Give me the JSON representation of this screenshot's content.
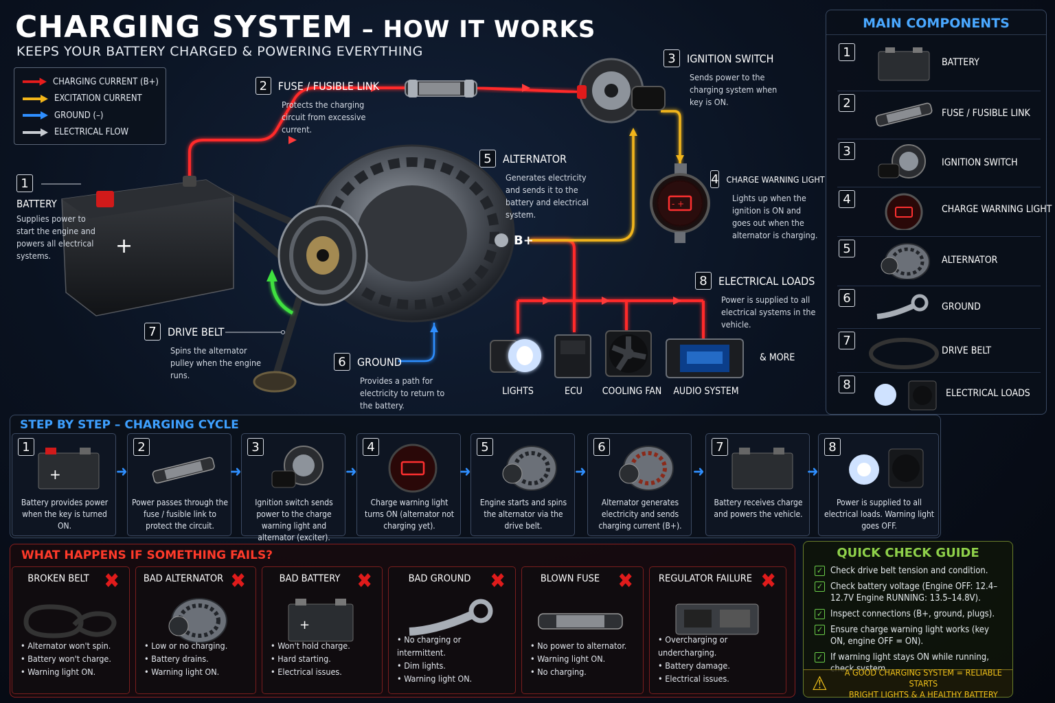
{
  "header": {
    "title_main": "CHARGING SYSTEM",
    "title_rest": " – HOW IT WORKS",
    "subtitle": "KEEPS YOUR BATTERY CHARGED & POWERING EVERYTHING"
  },
  "legend": [
    {
      "label": "CHARGING CURRENT (B+)",
      "color": "#e81c1c"
    },
    {
      "label": "EXCITATION CURRENT",
      "color": "#f2b51a"
    },
    {
      "label": "GROUND (–)",
      "color": "#2f8fff"
    },
    {
      "label": "ELECTRICAL FLOW",
      "color": "#c8ccd2"
    }
  ],
  "callouts": {
    "battery": {
      "num": "1",
      "title": "BATTERY",
      "desc": "Supplies power to start the engine and powers all electrical systems."
    },
    "fuse": {
      "num": "2",
      "title": "FUSE / FUSIBLE LINK",
      "desc": "Protects the charging circuit from excessive current."
    },
    "ignition": {
      "num": "3",
      "title": "IGNITION SWITCH",
      "desc": "Sends power to the charging system when key is ON."
    },
    "warning": {
      "num": "4",
      "title": "CHARGE WARNING LIGHT",
      "desc": "Lights up when the ignition is ON and goes out when the alternator is charging."
    },
    "alternator": {
      "num": "5",
      "title": "ALTERNATOR",
      "desc": "Generates electricity and sends it to the battery and electrical system."
    },
    "ground": {
      "num": "6",
      "title": "GROUND",
      "desc": "Provides a path for electricity to return to the battery."
    },
    "belt": {
      "num": "7",
      "title": "DRIVE BELT",
      "desc": "Spins the alternator pulley when the engine runs."
    },
    "loads": {
      "num": "8",
      "title": "ELECTRICAL LOADS",
      "desc": "Power is supplied to all electrical systems in the vehicle."
    }
  },
  "terminal_label": "B+",
  "loads": {
    "items": [
      "LIGHTS",
      "ECU",
      "COOLING FAN",
      "AUDIO SYSTEM"
    ],
    "more": "& MORE"
  },
  "main_components": {
    "title": "MAIN COMPONENTS",
    "items": [
      {
        "num": "1",
        "label": "BATTERY"
      },
      {
        "num": "2",
        "label": "FUSE / FUSIBLE LINK"
      },
      {
        "num": "3",
        "label": "IGNITION SWITCH"
      },
      {
        "num": "4",
        "label": "CHARGE WARNING LIGHT"
      },
      {
        "num": "5",
        "label": "ALTERNATOR"
      },
      {
        "num": "6",
        "label": "GROUND"
      },
      {
        "num": "7",
        "label": "DRIVE BELT"
      },
      {
        "num": "8",
        "label": "ELECTRICAL LOADS"
      }
    ]
  },
  "steps": {
    "title": "STEP BY STEP – CHARGING CYCLE",
    "items": [
      {
        "num": "1",
        "text": "Battery provides power when the key is turned ON."
      },
      {
        "num": "2",
        "text": "Power passes through the fuse / fusible link to protect the circuit."
      },
      {
        "num": "3",
        "text": "Ignition switch sends power to the charge warning light and alternator (exciter)."
      },
      {
        "num": "4",
        "text": "Charge warning light turns ON (alternator not charging yet)."
      },
      {
        "num": "5",
        "text": "Engine starts and spins the alternator via the drive belt."
      },
      {
        "num": "6",
        "text": "Alternator generates electricity and sends charging current (B+)."
      },
      {
        "num": "7",
        "text": "Battery receives charge and powers the vehicle."
      },
      {
        "num": "8",
        "text": "Power is supplied to all electrical loads. Warning light goes OFF."
      }
    ]
  },
  "failures": {
    "title": "WHAT HAPPENS IF SOMETHING FAILS?",
    "items": [
      {
        "title": "BROKEN BELT",
        "points": [
          "Alternator won't spin.",
          "Battery won't charge.",
          "Warning light ON."
        ]
      },
      {
        "title": "BAD ALTERNATOR",
        "points": [
          "Low or no charging.",
          "Battery drains.",
          "Warning light ON."
        ]
      },
      {
        "title": "BAD BATTERY",
        "points": [
          "Won't hold charge.",
          "Hard starting.",
          "Electrical issues."
        ]
      },
      {
        "title": "BAD GROUND",
        "points": [
          "No charging or intermittent.",
          "Dim lights.",
          "Warning light ON."
        ]
      },
      {
        "title": "BLOWN FUSE",
        "points": [
          "No power to alternator.",
          "Warning light ON.",
          "No charging."
        ]
      },
      {
        "title": "REGULATOR FAILURE",
        "points": [
          "Overcharging or undercharging.",
          "Battery damage.",
          "Electrical issues."
        ]
      }
    ]
  },
  "quick_check": {
    "title": "QUICK CHECK GUIDE",
    "items": [
      "Check drive belt tension and condition.",
      "Check battery voltage (Engine OFF: 12.4–12.7V Engine RUNNING: 13.5–14.8V).",
      "Inspect connections (B+, ground, plugs).",
      "Ensure charge warning light works (key ON, engine OFF = ON).",
      "If warning light stays ON while running, check system."
    ],
    "footer_line1": "A GOOD CHARGING SYSTEM = RELIABLE STARTS",
    "footer_line2": "BRIGHT LIGHTS & A HEALTHY BATTERY"
  }
}
